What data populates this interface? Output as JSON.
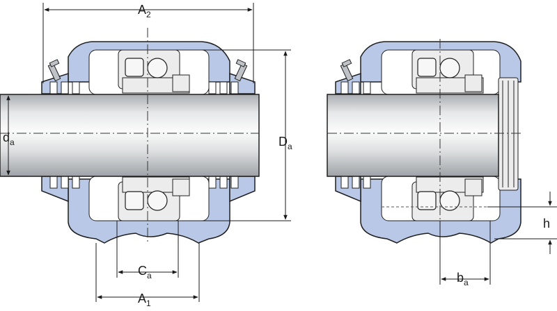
{
  "colors": {
    "housing": "#b9c8e6",
    "outline": "#1f1f1f",
    "shaft_light": "#f4f4f4",
    "shaft_dark": "#bfc2c6",
    "interior": "#ffffff",
    "bearing": "#ececec",
    "dim_line": "#1a1a1a"
  },
  "labels": {
    "a2": {
      "main": "A",
      "sub": "2"
    },
    "a1": {
      "main": "A",
      "sub": "1"
    },
    "ca": {
      "main": "C",
      "sub": "a"
    },
    "da_small": {
      "main": "d",
      "sub": "a"
    },
    "da_large": {
      "main": "D",
      "sub": "a"
    },
    "ba": {
      "main": "b",
      "sub": "a"
    },
    "h": {
      "main": "h"
    }
  }
}
